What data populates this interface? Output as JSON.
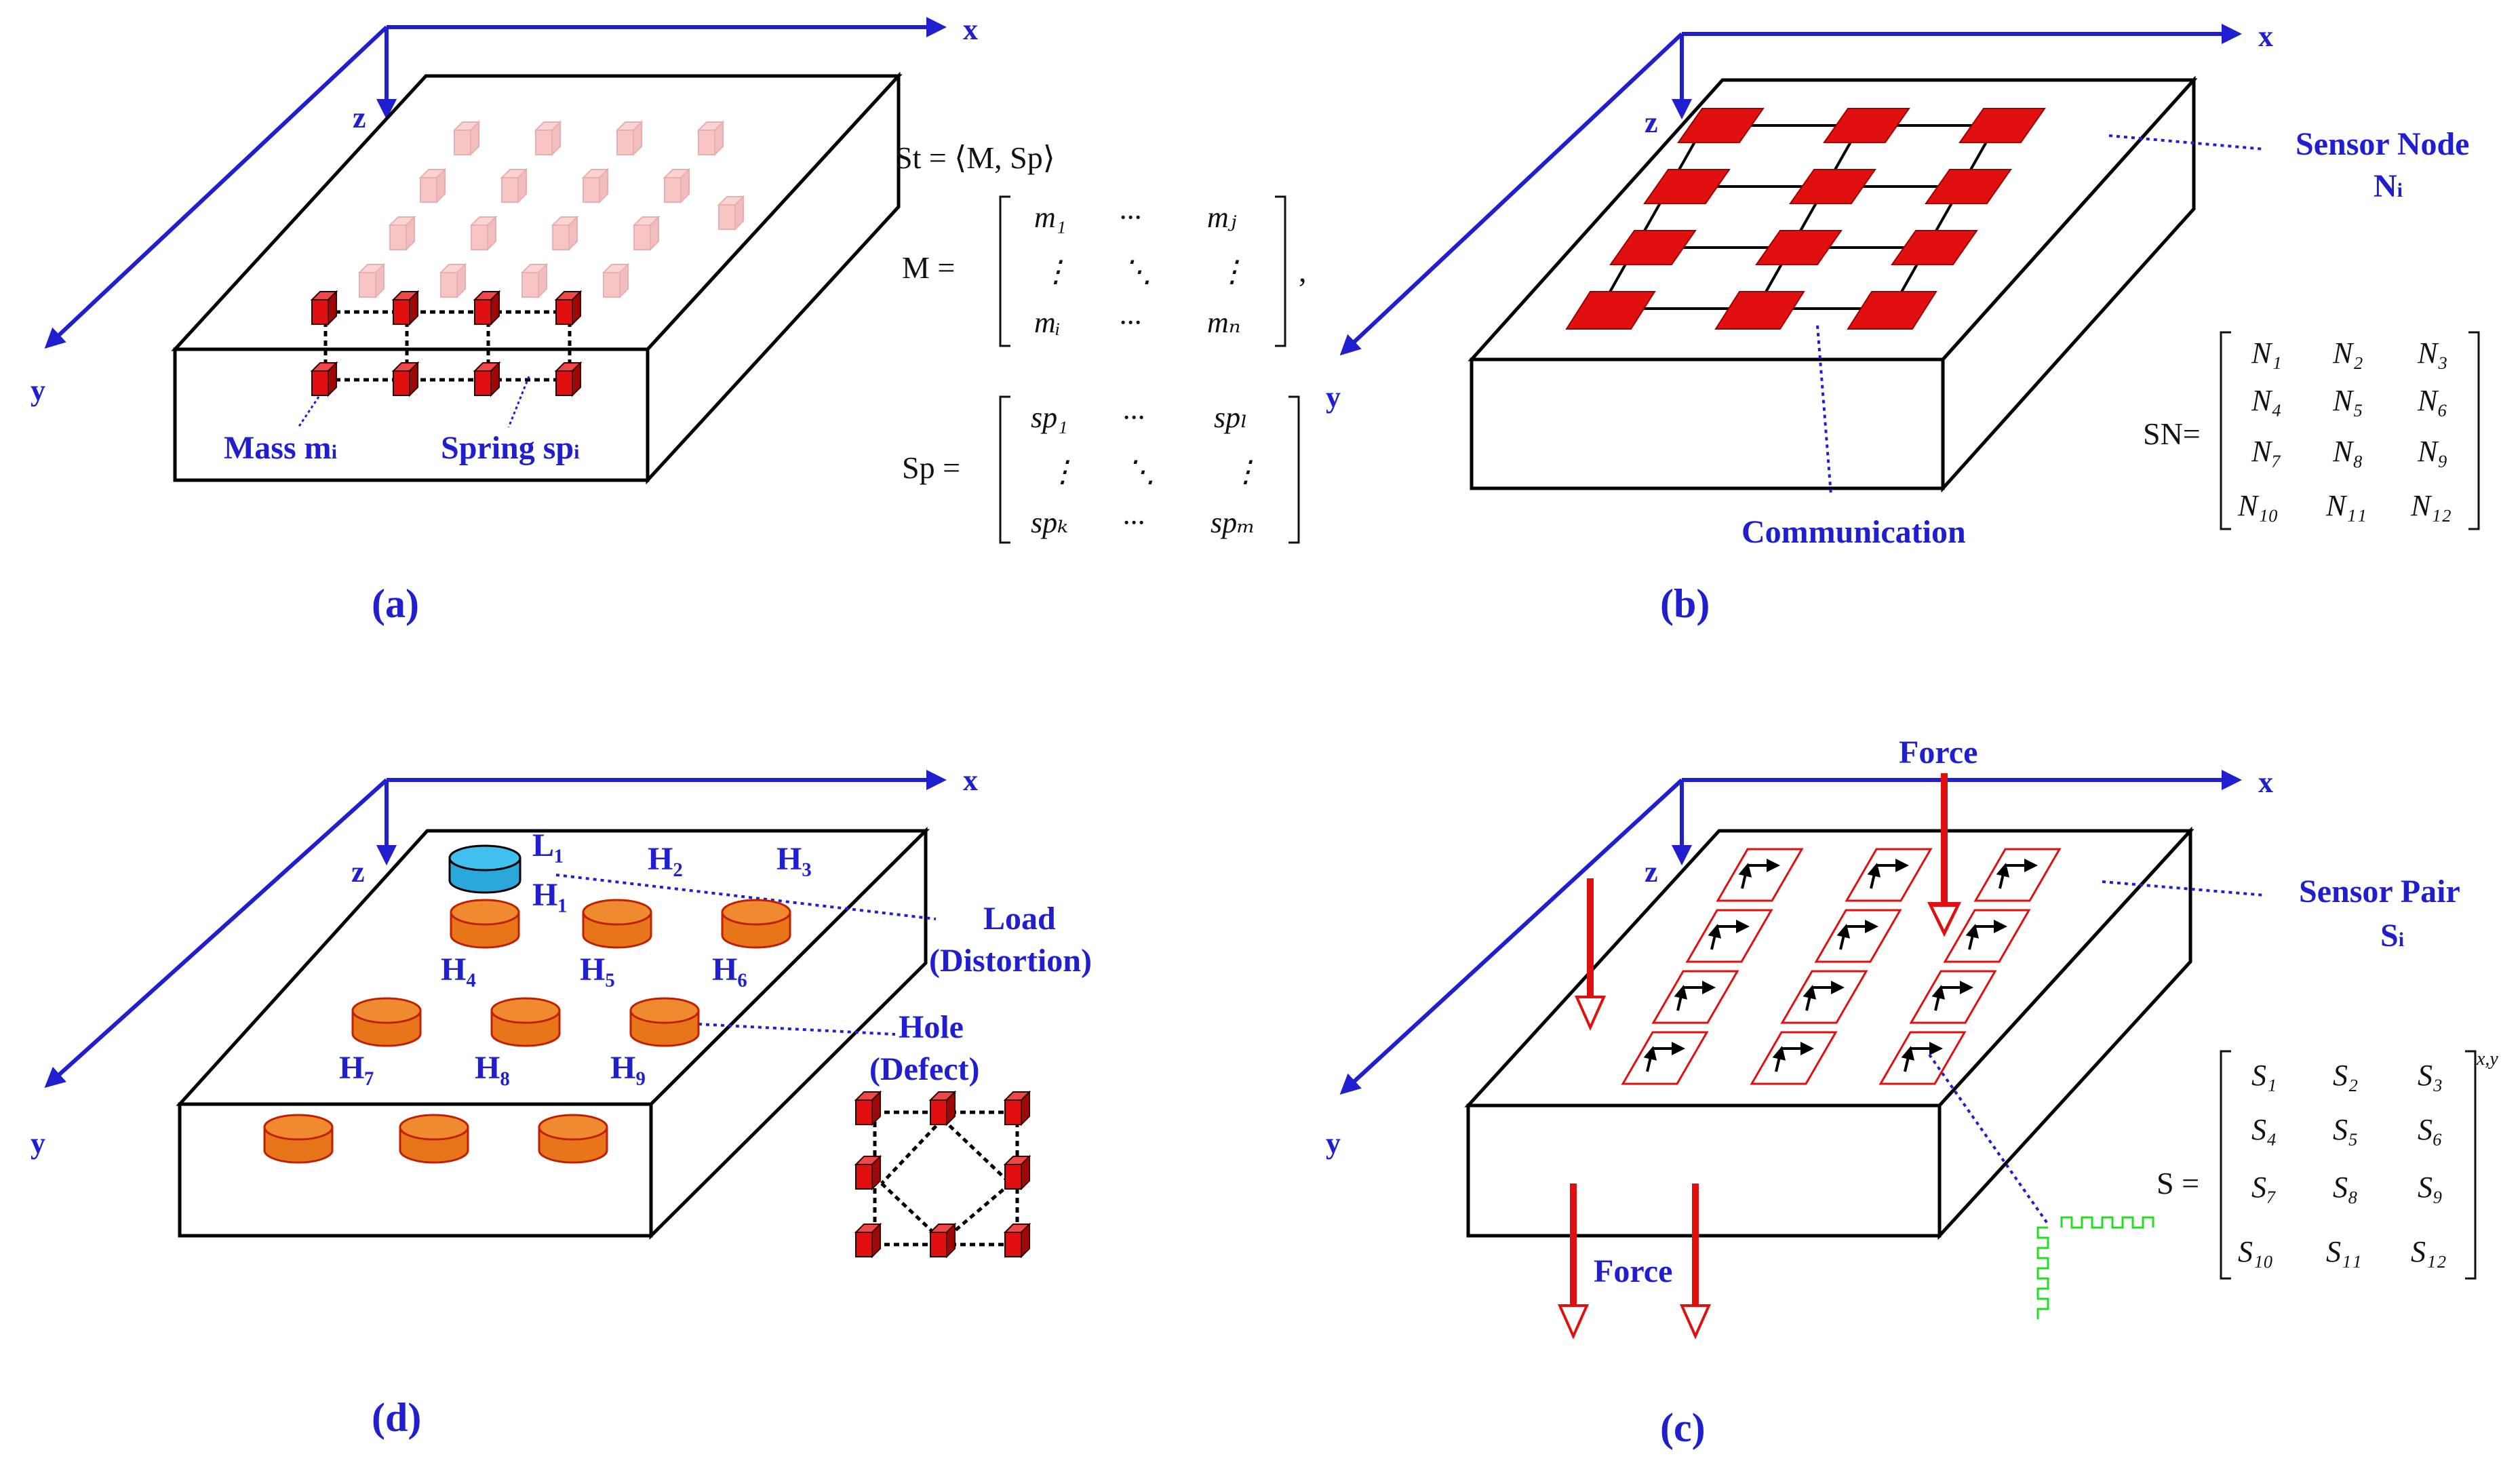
{
  "axes": {
    "x": "x",
    "y": "y",
    "z": "z"
  },
  "panel_a": {
    "caption": "(a)",
    "mass_label": "Mass m",
    "mass_sub": "i",
    "spring_label": "Spring sp",
    "spring_sub": "i",
    "st_eq": "St = ⟨M, Sp⟩",
    "m_lhs": "M =",
    "m_matrix": [
      [
        "m₁",
        "···",
        "mⱼ"
      ],
      [
        "⋮",
        "⋱",
        "⋮"
      ],
      [
        "mᵢ",
        "···",
        "mₙ"
      ]
    ],
    "m_comma": ",",
    "sp_lhs": "Sp =",
    "sp_matrix": [
      [
        "sp₁",
        "···",
        "spₗ"
      ],
      [
        "⋮",
        "⋱",
        "⋮"
      ],
      [
        "spₖ",
        "···",
        "spₘ"
      ]
    ]
  },
  "panel_b": {
    "caption": "(b)",
    "sensor_node_label": "Sensor Node",
    "sensor_node_sub_label": "N",
    "sensor_node_sub": "i",
    "communication_label": "Communication",
    "sn_lhs": "SN=",
    "sn_matrix": [
      [
        "N₁",
        "N₂",
        "N₃"
      ],
      [
        "N₄",
        "N₅",
        "N₆"
      ],
      [
        "N₇",
        "N₈",
        "N₉"
      ],
      [
        "N₁₀",
        "N₁₁",
        "N₁₂"
      ]
    ]
  },
  "panel_c": {
    "caption": "(c)",
    "force_top_label": "Force",
    "force_bottom_label": "Force",
    "sensor_pair_label": "Sensor Pair",
    "sensor_pair_sub_label": "S",
    "sensor_pair_sub": "i",
    "s_lhs": "S =",
    "s_matrix": [
      [
        "S₁",
        "S₂",
        "S₃"
      ],
      [
        "S₄",
        "S₅",
        "S₆"
      ],
      [
        "S₇",
        "S₈",
        "S₉"
      ],
      [
        "S₁₀",
        "S₁₁",
        "S₁₂"
      ]
    ],
    "s_superscript": "x,y"
  },
  "panel_d": {
    "caption": "(d)",
    "load_label": "Load",
    "load_sub_label": "(Distortion)",
    "hole_label": "Hole",
    "hole_sub_label": "(Defect)",
    "hole_labels": [
      "H₁",
      "H₂",
      "H₃",
      "H₄",
      "H₅",
      "H₆",
      "H₇",
      "H₈",
      "H₉"
    ],
    "l1_label": "L₁"
  },
  "colors": {
    "axis_blue": "#1f1fd0",
    "node_red": "#e01010",
    "cylinder_orange": "#ee7d22",
    "load_cyan": "#30b0e0",
    "signal_green": "#22dd22"
  }
}
